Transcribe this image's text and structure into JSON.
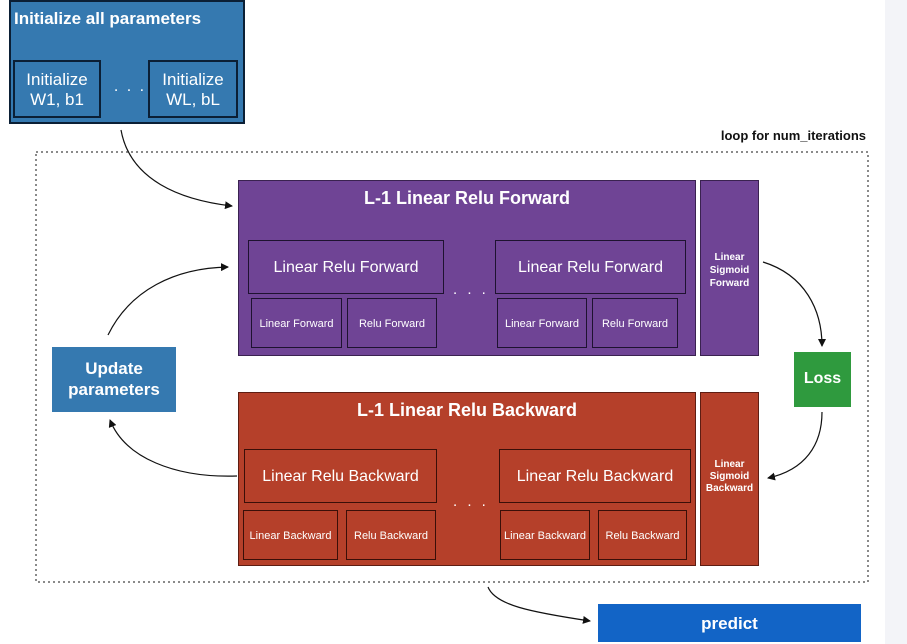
{
  "init": {
    "title": "Initialize all parameters",
    "sub_first_line1": "Initialize",
    "sub_first_line2": "W1, b1",
    "sub_last_line1": "Initialize",
    "sub_last_line2": "WL, bL",
    "ellipsis": ". . ."
  },
  "loop": {
    "label": "loop for num_iterations"
  },
  "forward": {
    "title": "L-1 Linear Relu Forward",
    "block_label": "Linear Relu Forward",
    "linear_label": "Linear Forward",
    "relu_label": "Relu Forward",
    "ellipsis": ". . .",
    "sigmoid_line1": "Linear",
    "sigmoid_line2": "Sigmoid",
    "sigmoid_line3": "Forward"
  },
  "backward": {
    "title": "L-1 Linear Relu Backward",
    "block_label": "Linear Relu Backward",
    "linear_label": "Linear Backward",
    "relu_label": "Relu Backward",
    "ellipsis": ". . .",
    "sigmoid_line1": "Linear",
    "sigmoid_line2": "Sigmoid",
    "sigmoid_line3": "Backward"
  },
  "update": {
    "line1": "Update",
    "line2": "parameters"
  },
  "loss": {
    "label": "Loss"
  },
  "predict": {
    "label": "predict"
  },
  "colors": {
    "init_blue": "#3579b0",
    "forward_purple": "#6f4495",
    "backward_red": "#b5402a",
    "loss_green": "#2f9a3e",
    "predict_blue": "#1264c6"
  }
}
